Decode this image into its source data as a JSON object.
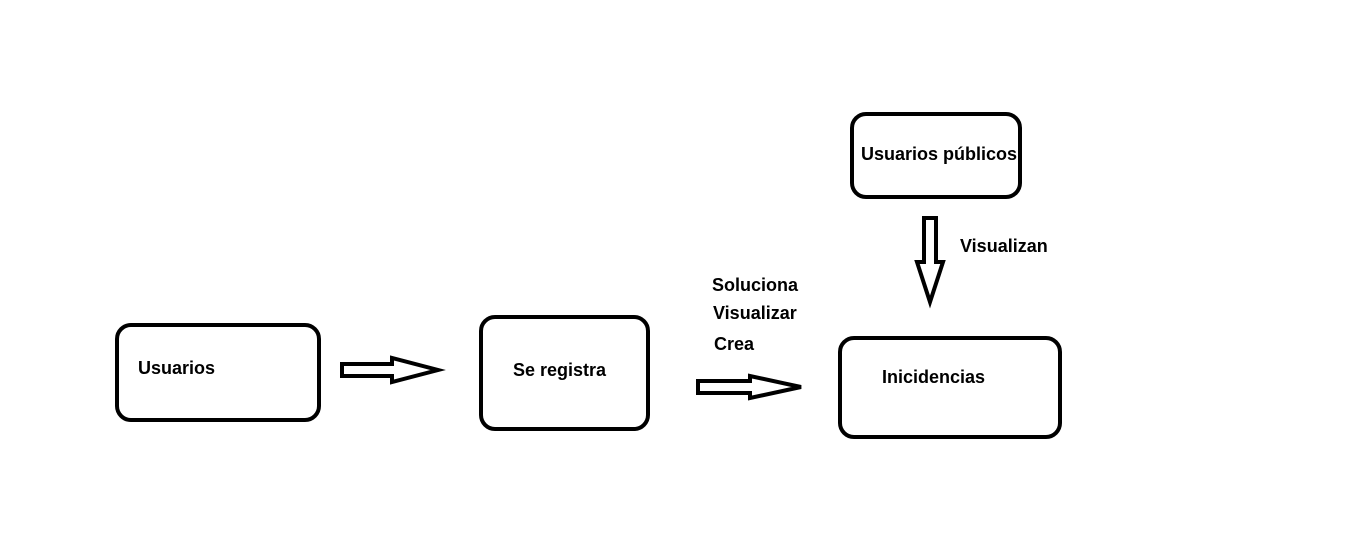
{
  "nodes": {
    "usuarios": "Usuarios",
    "se_registra": "Se registra",
    "incidencias": "Inicidencias",
    "usuarios_publicos": "Usuarios públicos"
  },
  "edges": {
    "registra_to_incidencias": [
      "Soluciona",
      "Visualizar",
      "Crea"
    ],
    "publicos_to_incidencias": "Visualizan"
  },
  "colors": {
    "stroke": "#000000",
    "background": "#ffffff"
  }
}
